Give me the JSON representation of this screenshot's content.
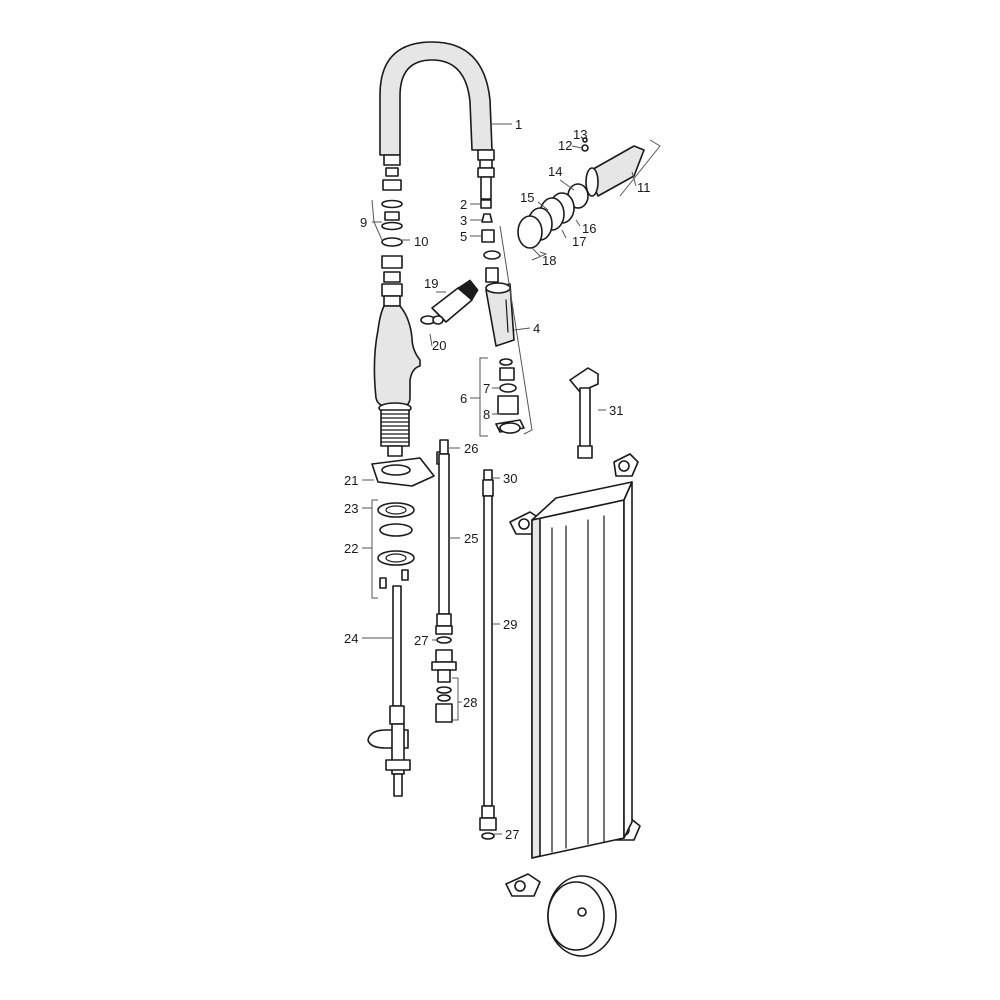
{
  "callouts": {
    "c1": "1",
    "c2": "2",
    "c3": "3",
    "c4": "4",
    "c5": "5",
    "c6": "6",
    "c7": "7",
    "c8": "8",
    "c9": "9",
    "c10": "10",
    "c11": "11",
    "c12": "12",
    "c13": "13",
    "c14": "14",
    "c15": "15",
    "c16": "16",
    "c17": "17",
    "c18": "18",
    "c19": "19",
    "c20": "20",
    "c21": "21",
    "c22": "22",
    "c23": "23",
    "c24": "24",
    "c25": "25",
    "c26": "26",
    "c27a": "27",
    "c27b": "27",
    "c28": "28",
    "c29": "29",
    "c30": "30",
    "c31": "31"
  },
  "colors": {
    "ink": "#1a1a1a",
    "fill": "#ffffff",
    "shade": "#e6e6e6"
  }
}
